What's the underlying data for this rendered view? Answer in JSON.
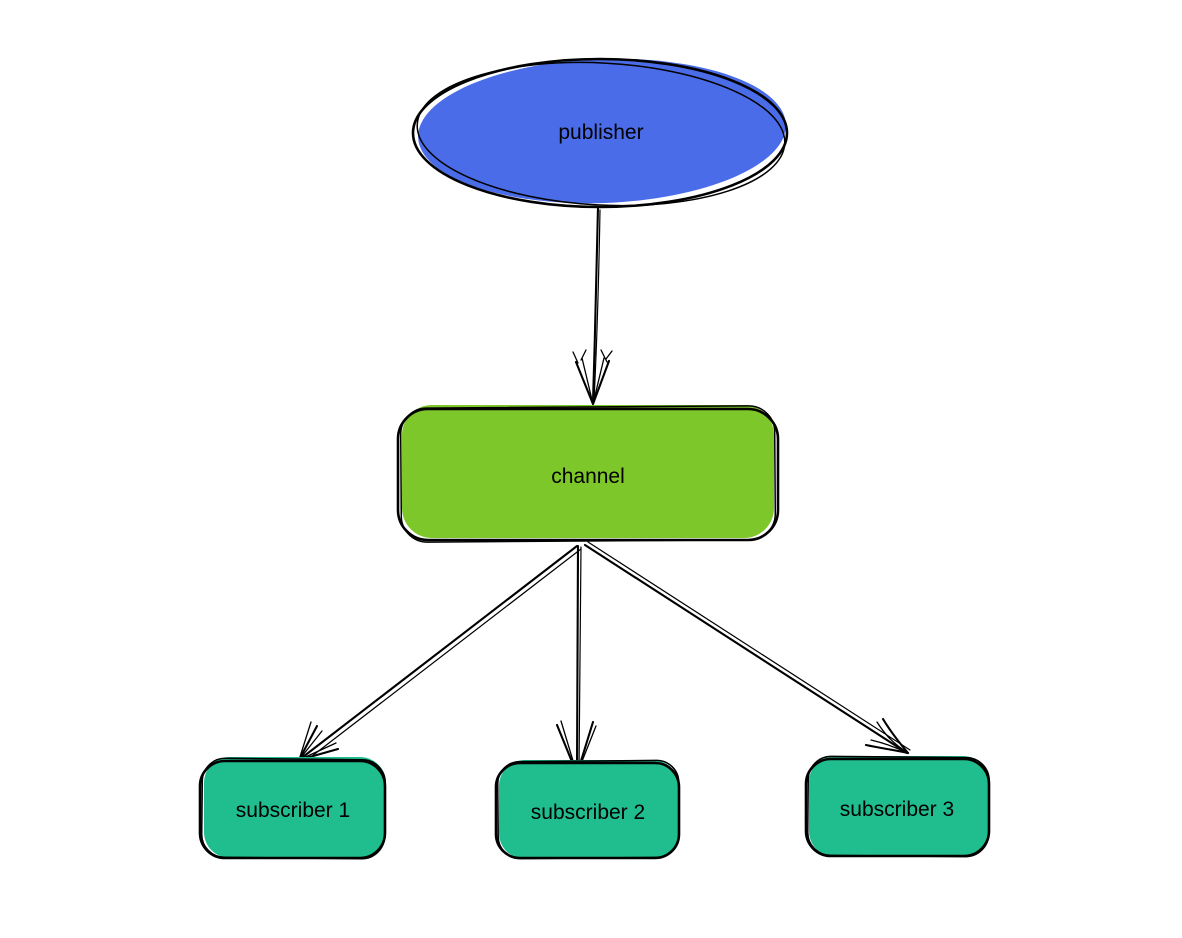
{
  "diagram": {
    "type": "flowchart",
    "style": "hand-drawn-sketch",
    "nodes": {
      "publisher": {
        "label": "publisher",
        "shape": "ellipse",
        "fill": "#4b6ce8"
      },
      "channel": {
        "label": "channel",
        "shape": "rounded-rectangle",
        "fill": "#7ec72b"
      },
      "subscriber1": {
        "label": "subscriber 1",
        "shape": "rounded-rectangle",
        "fill": "#20bd8e"
      },
      "subscriber2": {
        "label": "subscriber 2",
        "shape": "rounded-rectangle",
        "fill": "#20bd8e"
      },
      "subscriber3": {
        "label": "subscriber 3",
        "shape": "rounded-rectangle",
        "fill": "#20bd8e"
      }
    },
    "edges": [
      {
        "from": "publisher",
        "to": "channel",
        "arrowhead": "open-v"
      },
      {
        "from": "channel",
        "to": "subscriber1",
        "arrowhead": "open-v"
      },
      {
        "from": "channel",
        "to": "subscriber2",
        "arrowhead": "open-v"
      },
      {
        "from": "channel",
        "to": "subscriber3",
        "arrowhead": "open-v"
      }
    ],
    "colors": {
      "background": "#ffffff",
      "stroke": "#000000",
      "text": "#000000"
    }
  }
}
